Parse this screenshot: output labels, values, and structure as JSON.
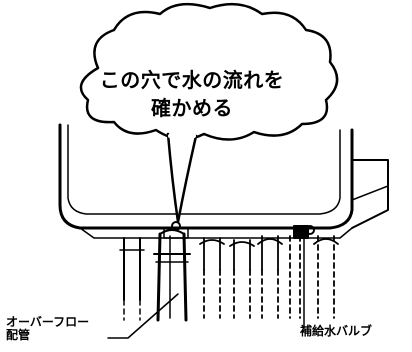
{
  "bubble": {
    "line1": "この穴で水の流れを",
    "line2": "確かめる"
  },
  "labels": {
    "overflow_line1": "オーバーフロー",
    "overflow_line2": "配管",
    "valve": "補給水バルブ"
  }
}
